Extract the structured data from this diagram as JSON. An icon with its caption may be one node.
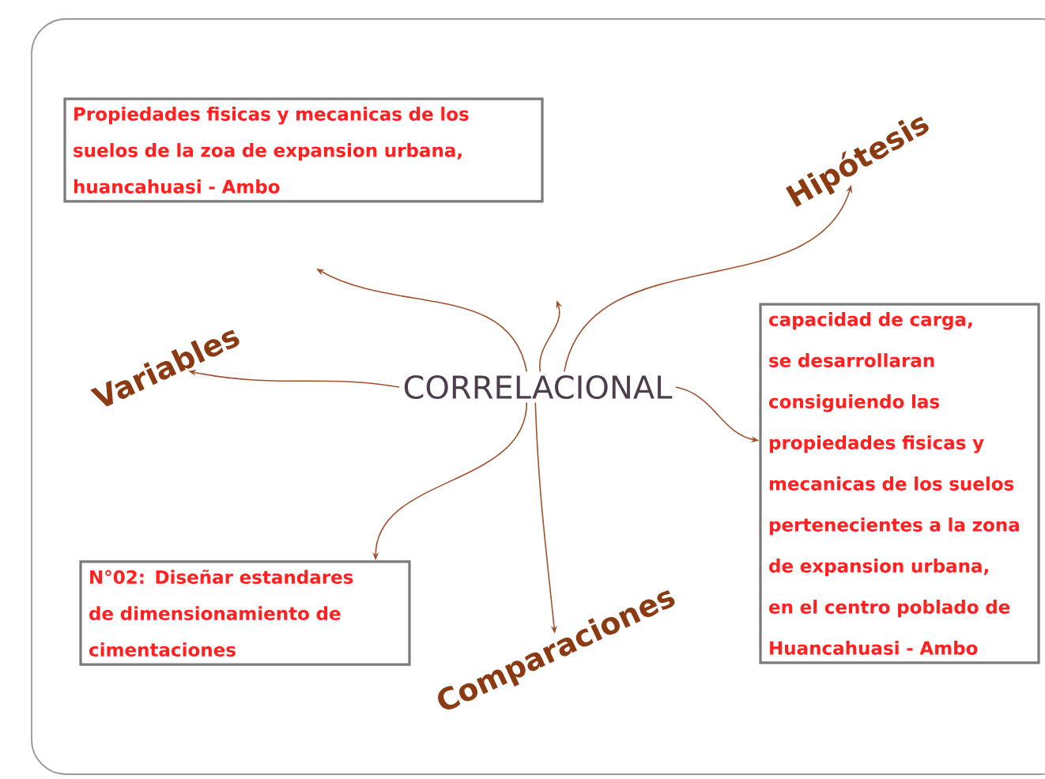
{
  "diagram": {
    "nodes": [
      {
        "text": [
          "CORRELACIONAL"
        ]
      },
      {
        "text": [
          "Variables"
        ]
      },
      {
        "text": [
          "Hipótesis"
        ]
      },
      {
        "text": [
          "Comparaciones"
        ]
      },
      {
        "text": [
          "Propiedades fisicas y mecanicas de los suelos de la zoa de expansion urbana, huancahuasi - Ambo"
        ]
      },
      {
        "text": [
          "capacidad de carga, se desarrollaran consiguiendo las propiedades fisicas y mecanicas de los suelos pertenecientes a la zona de expansion urbana, en el centro poblado de Huancahuasi - Ambo"
        ]
      },
      {
        "text": [
          "N°02: Diseñar estandares de dimensionamiento de cimentaciones"
        ]
      }
    ],
    "edges": [
      {
        "from": 0,
        "to": 1,
        "arrow": "to"
      },
      {
        "from": 0,
        "to": null,
        "arrow": "to"
      },
      {
        "from": 0,
        "to": null,
        "arrow": "to"
      },
      {
        "from": 0,
        "to": 2,
        "arrow": "to"
      },
      {
        "from": 0,
        "to": 5,
        "arrow": "to"
      },
      {
        "from": 0,
        "to": 6,
        "arrow": "to"
      },
      {
        "from": 0,
        "to": 3,
        "arrow": "to"
      }
    ]
  }
}
